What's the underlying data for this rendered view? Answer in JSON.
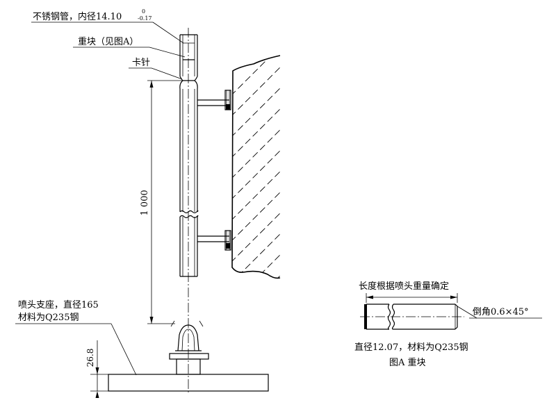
{
  "main_view": {
    "labels": {
      "steel_tube": "不锈钢管，内径14.10",
      "steel_tube_tol_upper": "0",
      "steel_tube_tol_lower": "-0.17",
      "weight": "重块（见图A）",
      "pin": "卡针",
      "base_line1": "喷头支座，直径165",
      "base_line2": "材料为Q235钢"
    },
    "dimensions": {
      "length": "1 000",
      "base_height": "26.8"
    }
  },
  "detail_a": {
    "top_note": "长度根据喷头重量确定",
    "chamfer": "倒角0.6×45°",
    "bottom_note": "直径12.07，材料为Q235钢",
    "title": "图A  重块"
  }
}
